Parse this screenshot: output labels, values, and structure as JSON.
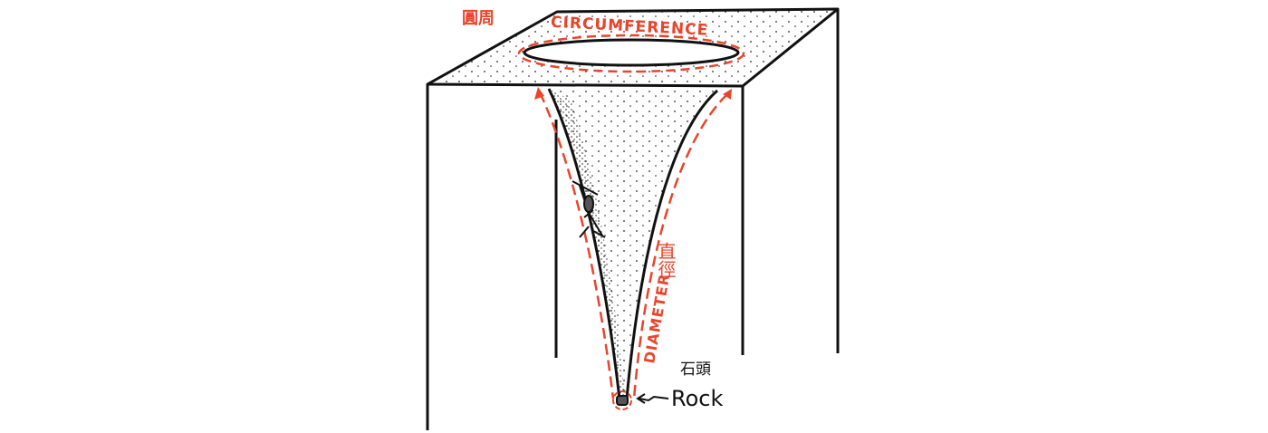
{
  "labels": {
    "circumference_zh": "圓周",
    "circumference_en": "CIRCUMFERENCE",
    "diameter_zh": "直徑",
    "diameter_en": "DIAMETER",
    "rock_zh": "石頭",
    "rock_en": "Rock"
  },
  "colors": {
    "accent": "#e8452c",
    "ink": "#111111"
  }
}
